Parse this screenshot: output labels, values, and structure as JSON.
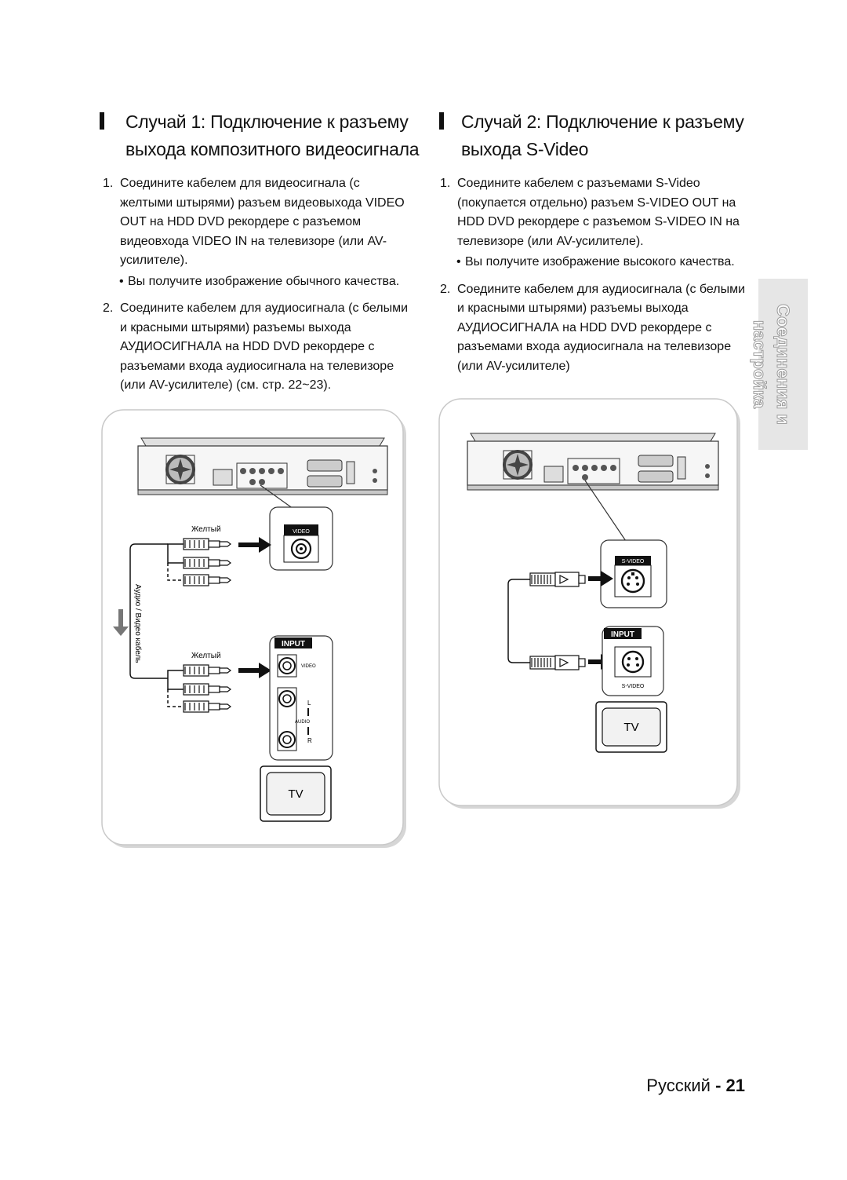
{
  "left": {
    "title_line1": "Случай 1: Подключение к разъему",
    "title_line2": "выхода композитного видеосигнала",
    "steps": [
      {
        "num": "1.",
        "lines": [
          "Соедините кабелем для видеосигнала (с",
          "желтыми штырями) разъем видеовыхода VIDEO",
          "OUT на HDD DVD рекордере с разъемом",
          "видеовхода VIDEO IN на телевизоре (или AV-",
          "усилителе)."
        ],
        "bullet": "Вы получите изображение обычного качества."
      },
      {
        "num": "2.",
        "lines": [
          "Соедините кабелем для аудиосигнала (с белыми",
          "и красными штырями) разъемы выхода",
          "АУДИОСИГНАЛА на HDD DVD рекордере с",
          "разъемами входа аудиосигнала на телевизоре",
          "(или AV-усилителе) (см. стр. 22~23)."
        ]
      }
    ],
    "diagram": {
      "yellow_top": "Желтый",
      "yellow_bottom": "Желтый",
      "video_label": "VIDEO",
      "input_label": "INPUT",
      "input_video": "VIDEO",
      "audio_l": "L",
      "audio_label": "AUDIO",
      "audio_r": "R",
      "cable_label": "Аудио / Видео кабель",
      "tv": "TV"
    }
  },
  "right": {
    "title_line1": "Случай 2: Подключение к разъему",
    "title_line2": "выхода S-Video",
    "steps": [
      {
        "num": "1.",
        "lines": [
          "Соедините кабелем с разъемами S-Video",
          "(покупается отдельно) разъем S-VIDEO OUT  на",
          "HDD DVD рекордере с разъемом S-VIDEO IN на",
          "телевизоре (или AV-усилителе)."
        ],
        "bullet": "Вы получите изображение высокого качества."
      },
      {
        "num": "2.",
        "lines": [
          "Соедините кабелем для аудиосигнала (с белыми",
          "и красными штырями) разъемы выхода",
          "АУДИОСИГНАЛА на HDD DVD рекордере с",
          "разъемами входа аудиосигнала на телевизоре",
          "(или AV-усилителе)"
        ]
      }
    ],
    "diagram": {
      "svideo_label": "S-VIDEO",
      "input_label": "INPUT",
      "input_svideo": "S-VIDEO",
      "tv": "TV"
    }
  },
  "side_tab": "Соединения и настройка",
  "footer": {
    "language": "Русский",
    "separator": "-",
    "page": "21"
  },
  "colors": {
    "text": "#111111",
    "panel_border": "#cfcfcf",
    "tab_bg": "#e6e6e6"
  }
}
